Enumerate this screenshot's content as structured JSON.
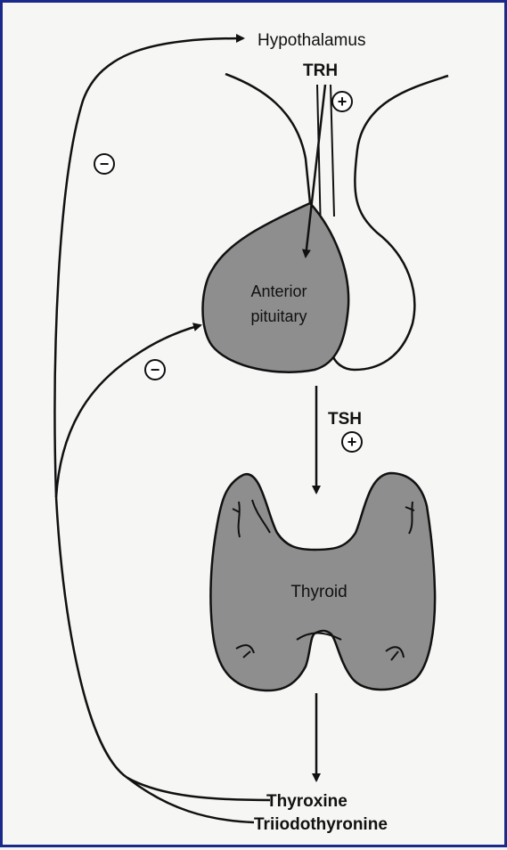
{
  "labels": {
    "hypothalamus": "Hypothalamus",
    "trh": "TRH",
    "anterior_pituitary_line1": "Anterior",
    "anterior_pituitary_line2": "pituitary",
    "tsh": "TSH",
    "thyroid": "Thyroid",
    "thyroxine": "Thyroxine",
    "triiodothyronine": "Triiodothyronine"
  },
  "signs": {
    "positive": "+",
    "negative": "−"
  },
  "colors": {
    "gland_fill": "#8e8e8e",
    "stroke": "#111111",
    "frame_border": "#1a2a8a"
  }
}
